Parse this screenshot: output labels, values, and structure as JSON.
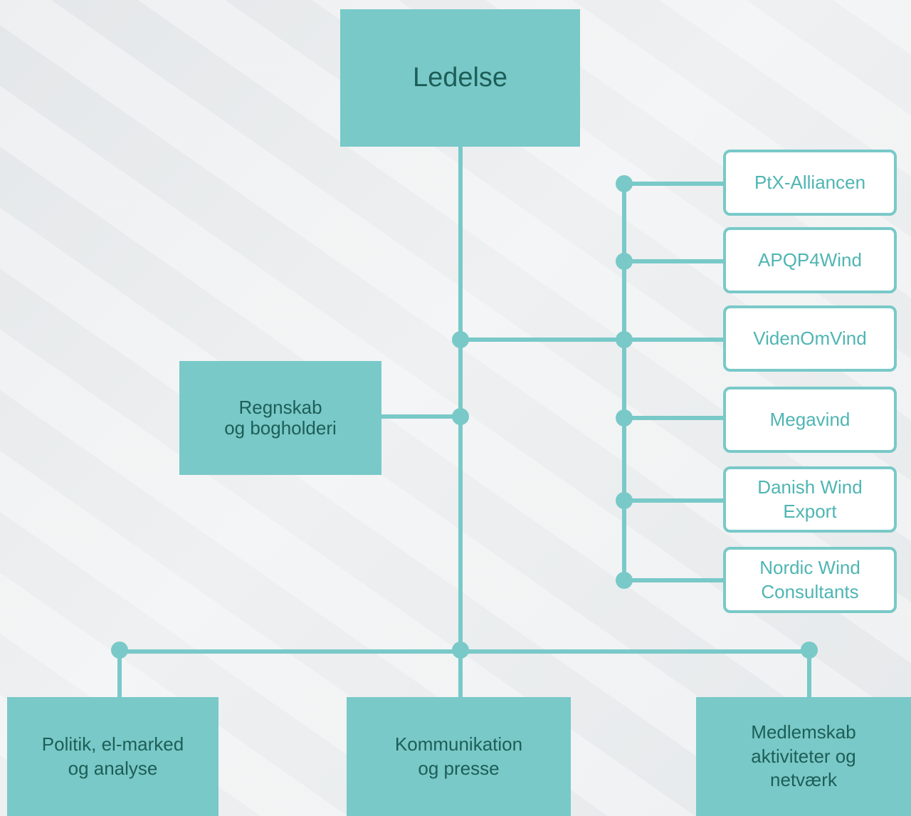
{
  "top": {
    "label": "Ledelse"
  },
  "staff": {
    "label": "Regnskab\nog bogholderi"
  },
  "associations": [
    {
      "label": "PtX-Alliancen"
    },
    {
      "label": "APQP4Wind"
    },
    {
      "label": "VidenOmVind"
    },
    {
      "label": "Megavind"
    },
    {
      "label": "Danish Wind\nExport"
    },
    {
      "label": "Nordic Wind\nConsultants"
    }
  ],
  "departments": [
    {
      "label": "Politik, el-marked\nog analyse"
    },
    {
      "label": "Kommunikation\nog presse"
    },
    {
      "label": "Medlemskab\naktiviteter og\nnetværk"
    }
  ],
  "colors": {
    "box": "#79c9c8",
    "box_text": "#1d5e58",
    "outline_text": "#4fb5b3"
  }
}
